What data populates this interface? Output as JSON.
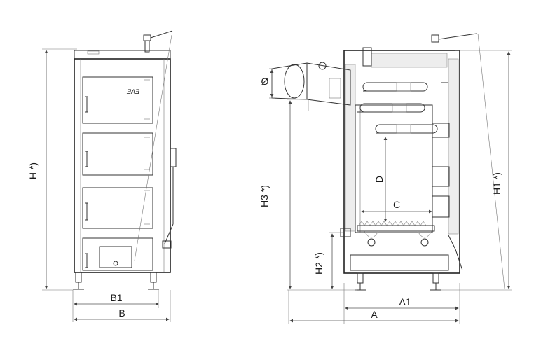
{
  "front_view": {
    "logo_text": "ƎAƎ",
    "dimensions": {
      "height": "H *)",
      "inner_width": "B1",
      "outer_width": "B"
    }
  },
  "side_view": {
    "dimensions": {
      "flue_diameter": "Ø",
      "flue_height": "H3 *)",
      "return_height": "H2 *)",
      "total_height": "H1 *)",
      "exchanger_height": "D",
      "exchanger_width": "C",
      "inner_depth": "A1",
      "outer_depth": "A"
    }
  },
  "colors": {
    "line": "#333333",
    "insulation": "#ededed",
    "background": "#ffffff"
  }
}
